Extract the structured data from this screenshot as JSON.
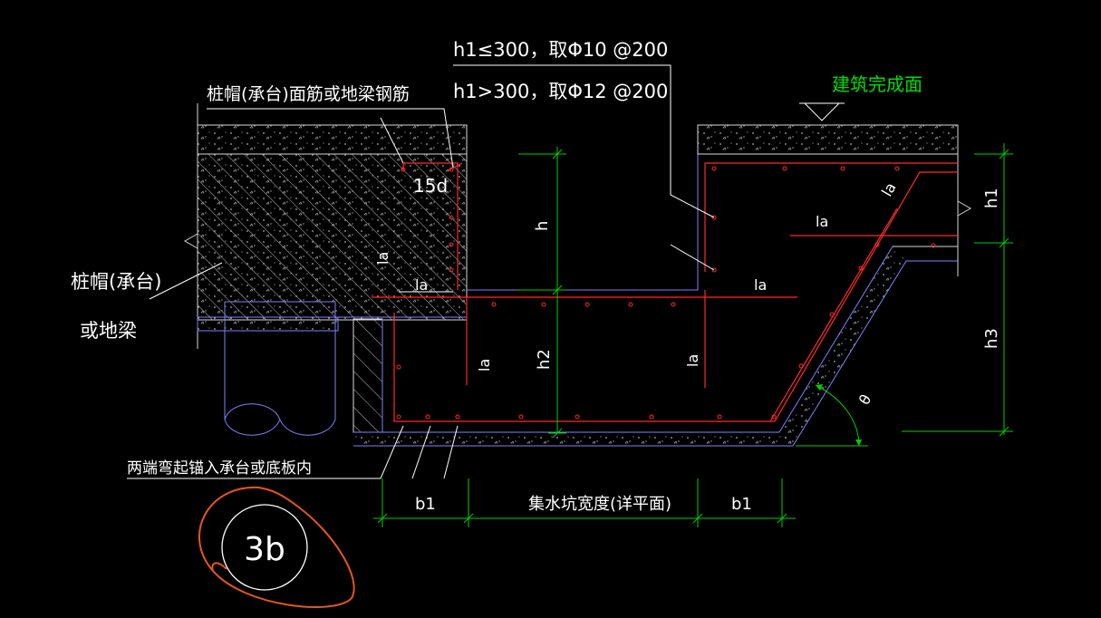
{
  "notes": {
    "rebar_rule_1": "h1≤300，取Φ10 @200",
    "rebar_rule_2": "h1>300，取Φ12 @200",
    "top_rebar": "桩帽(承台)面筋或地梁钢筋",
    "finish_surface": "建筑完成面",
    "pile_cap_1": "桩帽(承台)",
    "pile_cap_2": "或地梁",
    "bend_anchor": "两端弯起锚入承台或底板内",
    "hook": "15d"
  },
  "dims": {
    "h": "h",
    "h1": "h1",
    "h2": "h2",
    "h3": "h3",
    "b1_left": "b1",
    "b1_right": "b1",
    "pit_width": "集水坑宽度(详平面)",
    "angle": "θ"
  },
  "anchor_labels": {
    "la1": "la",
    "la2": "la",
    "la3": "la",
    "la4": "la",
    "la5": "la",
    "la6": "la",
    "la7": "la"
  },
  "detail": {
    "label": "3b"
  },
  "colors": {
    "background": "#000000",
    "text": "#ffffff",
    "rebar": "#ff2a2a",
    "outline": "#7f7fff",
    "dimension": "#00d000",
    "finish_text": "#00e000",
    "markup": "#e8561c",
    "structure": "#d8d8d8"
  }
}
